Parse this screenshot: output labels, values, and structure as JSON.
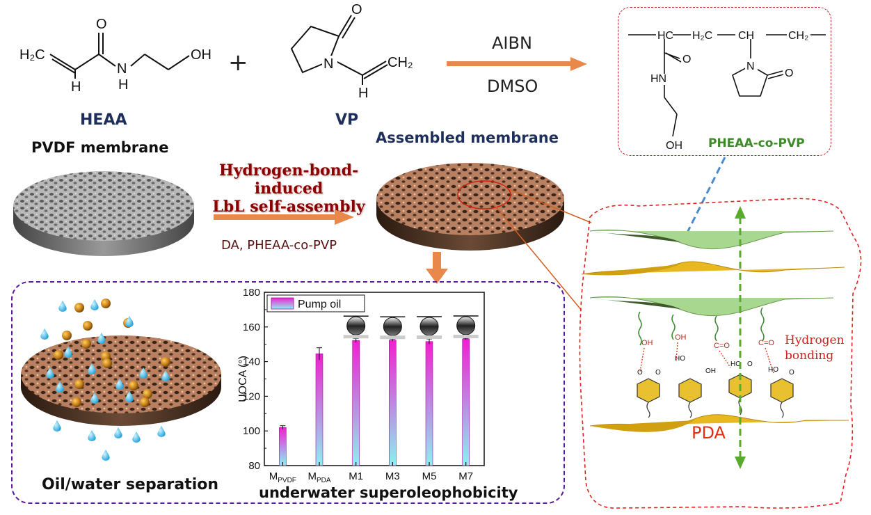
{
  "chemistry": {
    "heaa_label": "HEAA",
    "vp_label": "VP",
    "plus": "+",
    "reagent_top": "AIBN",
    "reagent_bottom": "DMSO",
    "copolymer_label": "PHEAA-co-PVP"
  },
  "process": {
    "pvdf_label": "PVDF membrane",
    "assembled_label": "Assembled membrane",
    "method_line1": "Hydrogen-bond-induced",
    "method_line2": "LbL self-assembly",
    "reagents": "DA, PHEAA-co-PVP"
  },
  "mechanism": {
    "hydrogen_bonding_line1": "Hydrogen",
    "hydrogen_bonding_line2": "bonding",
    "pda_label": "PDA"
  },
  "application": {
    "separation_label": "Oil/water separation",
    "chart_caption": "underwater superoleophobicity"
  },
  "colors": {
    "bar_top": "#f020d0",
    "bar_bottom": "#8cf0f0",
    "dashed_purple": "#5a1a9a",
    "dashed_red": "#e02020",
    "arrow_orange": "#e8884a",
    "green_layer": "#9ed38a",
    "yellow_layer": "#e8b820"
  },
  "chart_data": {
    "type": "bar",
    "categories": [
      "M_PVDF",
      "M_PDA",
      "M1",
      "M3",
      "M5",
      "M7"
    ],
    "category_display": [
      {
        "main": "M",
        "sub": "PVDF"
      },
      {
        "main": "M",
        "sub": "PDA"
      },
      {
        "main": "M1",
        "sub": ""
      },
      {
        "main": "M3",
        "sub": ""
      },
      {
        "main": "M5",
        "sub": ""
      },
      {
        "main": "M7",
        "sub": ""
      }
    ],
    "series": [
      {
        "name": "Pump oil",
        "values": [
          102,
          144.5,
          152.2,
          152.4,
          151.6,
          153.1
        ],
        "errors": [
          1,
          3.5,
          1.2,
          0.6,
          1.5,
          0.4
        ]
      }
    ],
    "ylabel": "UOCA (°)",
    "xlabel": "",
    "ylim": [
      80,
      180
    ],
    "yticks": [
      80,
      100,
      120,
      140,
      160,
      180
    ],
    "legend": "top-left",
    "grid": false,
    "droplet_images_above": [
      "M1",
      "M3",
      "M5",
      "M7"
    ]
  }
}
